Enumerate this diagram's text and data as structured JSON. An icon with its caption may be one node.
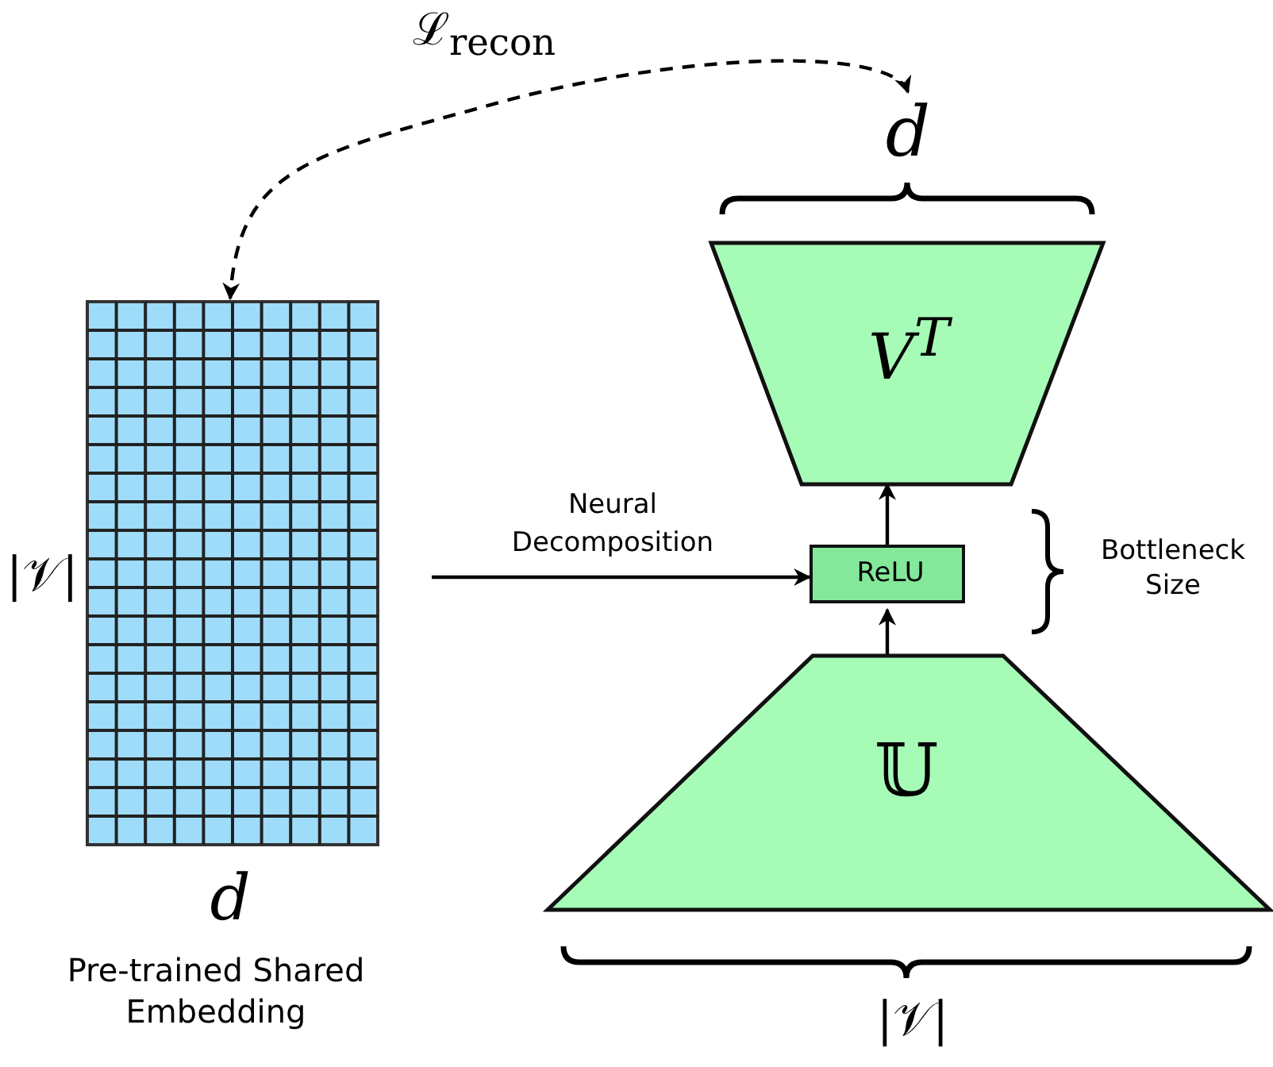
{
  "diagram": {
    "nodes": [
      {
        "text": [],
        "shape": "box",
        "beside": [
          "|𝒱|",
          "d",
          "Pre-trained Shared Embedding"
        ]
      },
      {
        "text": [
          "V$^{T}$"
        ],
        "beside": [
          "d"
        ]
      },
      {
        "text": [
          "ReLU"
        ]
      },
      {
        "text": [
          "𝕌"
        ],
        "beside": [
          "|𝒱|"
        ]
      }
    ],
    "edges": [
      {
        "from": 1,
        "to": 0,
        "arrow": "both",
        "style": "dashed",
        "label": "ℒ$_{recon}$"
      },
      {
        "from": 0,
        "to": 2,
        "arrow": "to",
        "label": "Neural Decomposition"
      },
      {
        "from": 3,
        "to": 2,
        "arrow": "to"
      },
      {
        "from": 2,
        "to": 1,
        "arrow": "to"
      }
    ],
    "labels": [
      "Bottleneck Size"
    ]
  }
}
